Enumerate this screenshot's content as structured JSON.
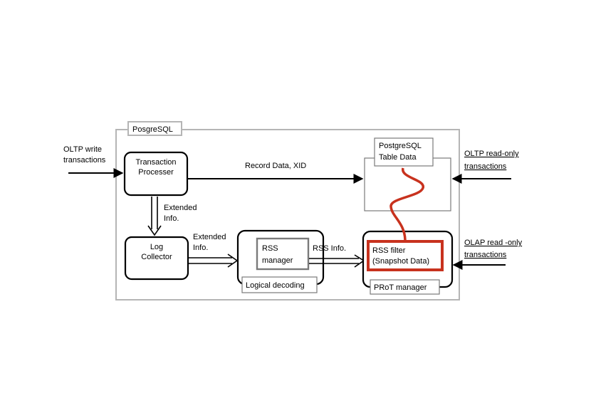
{
  "container": {
    "title": "PosgreSQL"
  },
  "inputs": {
    "oltp_write": [
      "OLTP write",
      "transactions"
    ],
    "oltp_read": [
      "OLTP read-only",
      "transactions"
    ],
    "olap_read": [
      "OLAP read -only",
      "transactions"
    ]
  },
  "nodes": {
    "transaction_processer": [
      "Transaction",
      "Processer"
    ],
    "table_data": [
      "PostgreSQL",
      "Table Data"
    ],
    "log_collector": [
      "Log",
      "Collector"
    ],
    "rss_manager": [
      "RSS",
      "manager"
    ],
    "logical_decoding": "Logical decoding",
    "rss_filter": [
      "RSS filter",
      "(Snapshot Data)"
    ],
    "prot_manager": "PRoT manager"
  },
  "edges": {
    "record_data": "Record Data, XID",
    "extended_info_1": [
      "Extended",
      "Info."
    ],
    "extended_info_2": [
      "Extended",
      "Info."
    ],
    "rss_info": "RSS Info."
  },
  "colors": {
    "frame": "#b5b5b5",
    "highlight": "#c8321e",
    "box": "#000000",
    "grey_box": "#7a7a7a"
  }
}
